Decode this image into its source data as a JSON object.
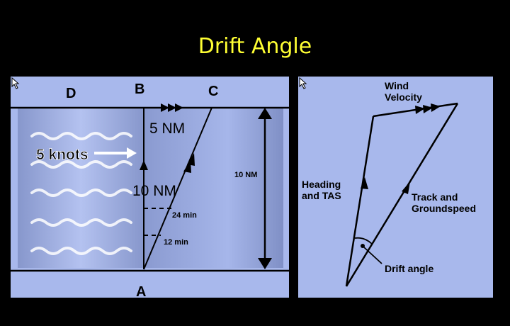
{
  "title": "Drift Angle",
  "left": {
    "point_d": "D",
    "point_b": "B",
    "point_c": "C",
    "point_a": "A",
    "wind_speed": "5 knots",
    "drift_distance": "5 NM",
    "track_distance": "10 NM",
    "total_distance": "10 NM",
    "time_24": "24 min",
    "time_12": "12 min"
  },
  "right": {
    "wind_velocity_line1": "Wind",
    "wind_velocity_line2": "Velocity",
    "heading_line1": "Heading",
    "heading_line2": "and TAS",
    "track_line1": "Track and",
    "track_line2": "Groundspeed",
    "drift_angle": "Drift angle"
  },
  "colors": {
    "title": "#ffff33",
    "panel": "#a8b8ec",
    "background": "#000000"
  }
}
